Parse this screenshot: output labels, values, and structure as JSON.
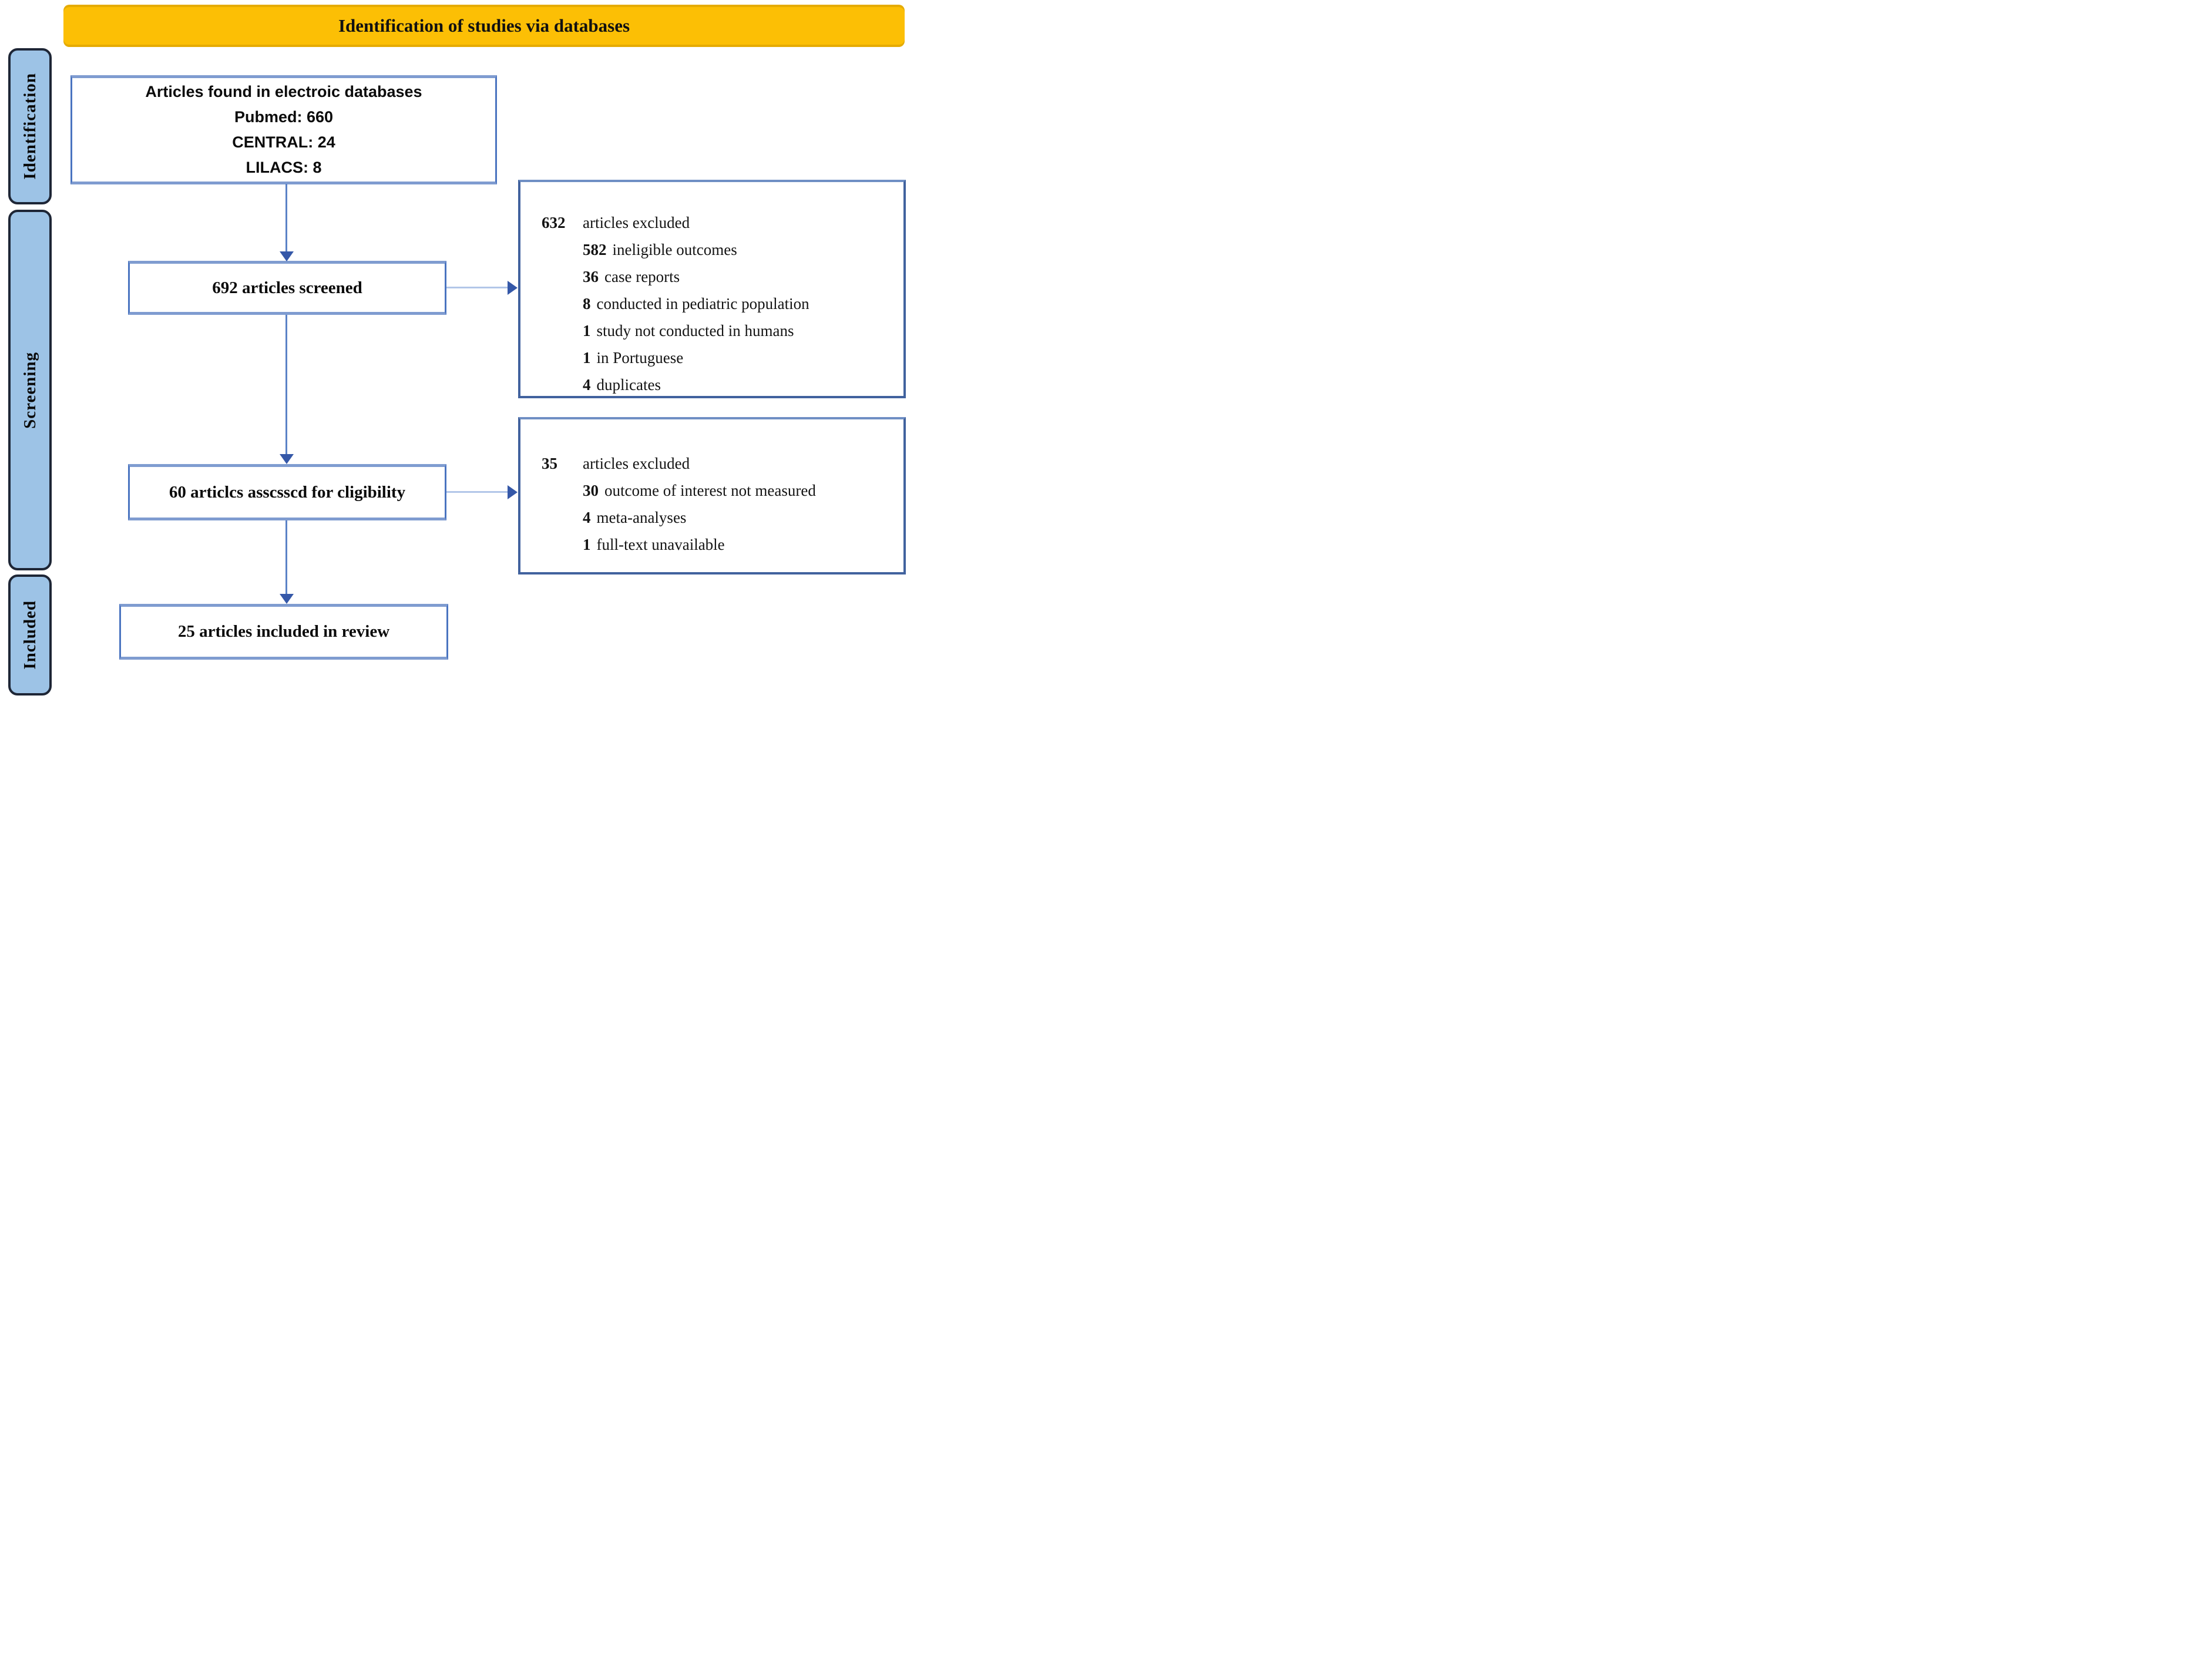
{
  "banner": {
    "title": "Identification of studies via databases"
  },
  "sidebar": {
    "stages": [
      {
        "label": "Identification"
      },
      {
        "label": "Screening"
      },
      {
        "label": "Included"
      }
    ]
  },
  "flow": {
    "found_box": {
      "lines": [
        "Articles found in electroic databases",
        "Pubmed: 660",
        "CENTRAL: 24",
        "LILACS: 8"
      ]
    },
    "screened_box": {
      "label": "692 articles screened"
    },
    "assessed_box": {
      "label": "60 articlcs asscsscd for cligibility"
    },
    "included_box": {
      "label": "25 articles included in review"
    }
  },
  "exclusions": [
    {
      "count": "632",
      "label": "articles excluded",
      "reasons": [
        {
          "count": "582",
          "label": "ineligible outcomes"
        },
        {
          "count": "36",
          "label": "case reports"
        },
        {
          "count": "8",
          "label": "conducted in pediatric population"
        },
        {
          "count": "1",
          "label": "study not conducted in humans"
        },
        {
          "count": "1",
          "label": "in Portuguese"
        },
        {
          "count": "4",
          "label": "duplicates"
        }
      ]
    },
    {
      "count": "35",
      "label": "articles excluded",
      "reasons": [
        {
          "count": "30",
          "label": "outcome of interest not measured"
        },
        {
          "count": "4",
          "label": "meta-analyses"
        },
        {
          "count": "1",
          "label": "full-text unavailable"
        }
      ]
    }
  ],
  "colors": {
    "banner_bg": "#FCBF05",
    "stage_fill": "#9DC3E6",
    "stage_border": "#1e2636",
    "box_border_blue": "#4a74c0",
    "exclusion_border": "#41629e",
    "arrow_line": "#5b82c7",
    "arrow_head": "#3558A8",
    "horizontal_line": "#b2c6e8"
  }
}
